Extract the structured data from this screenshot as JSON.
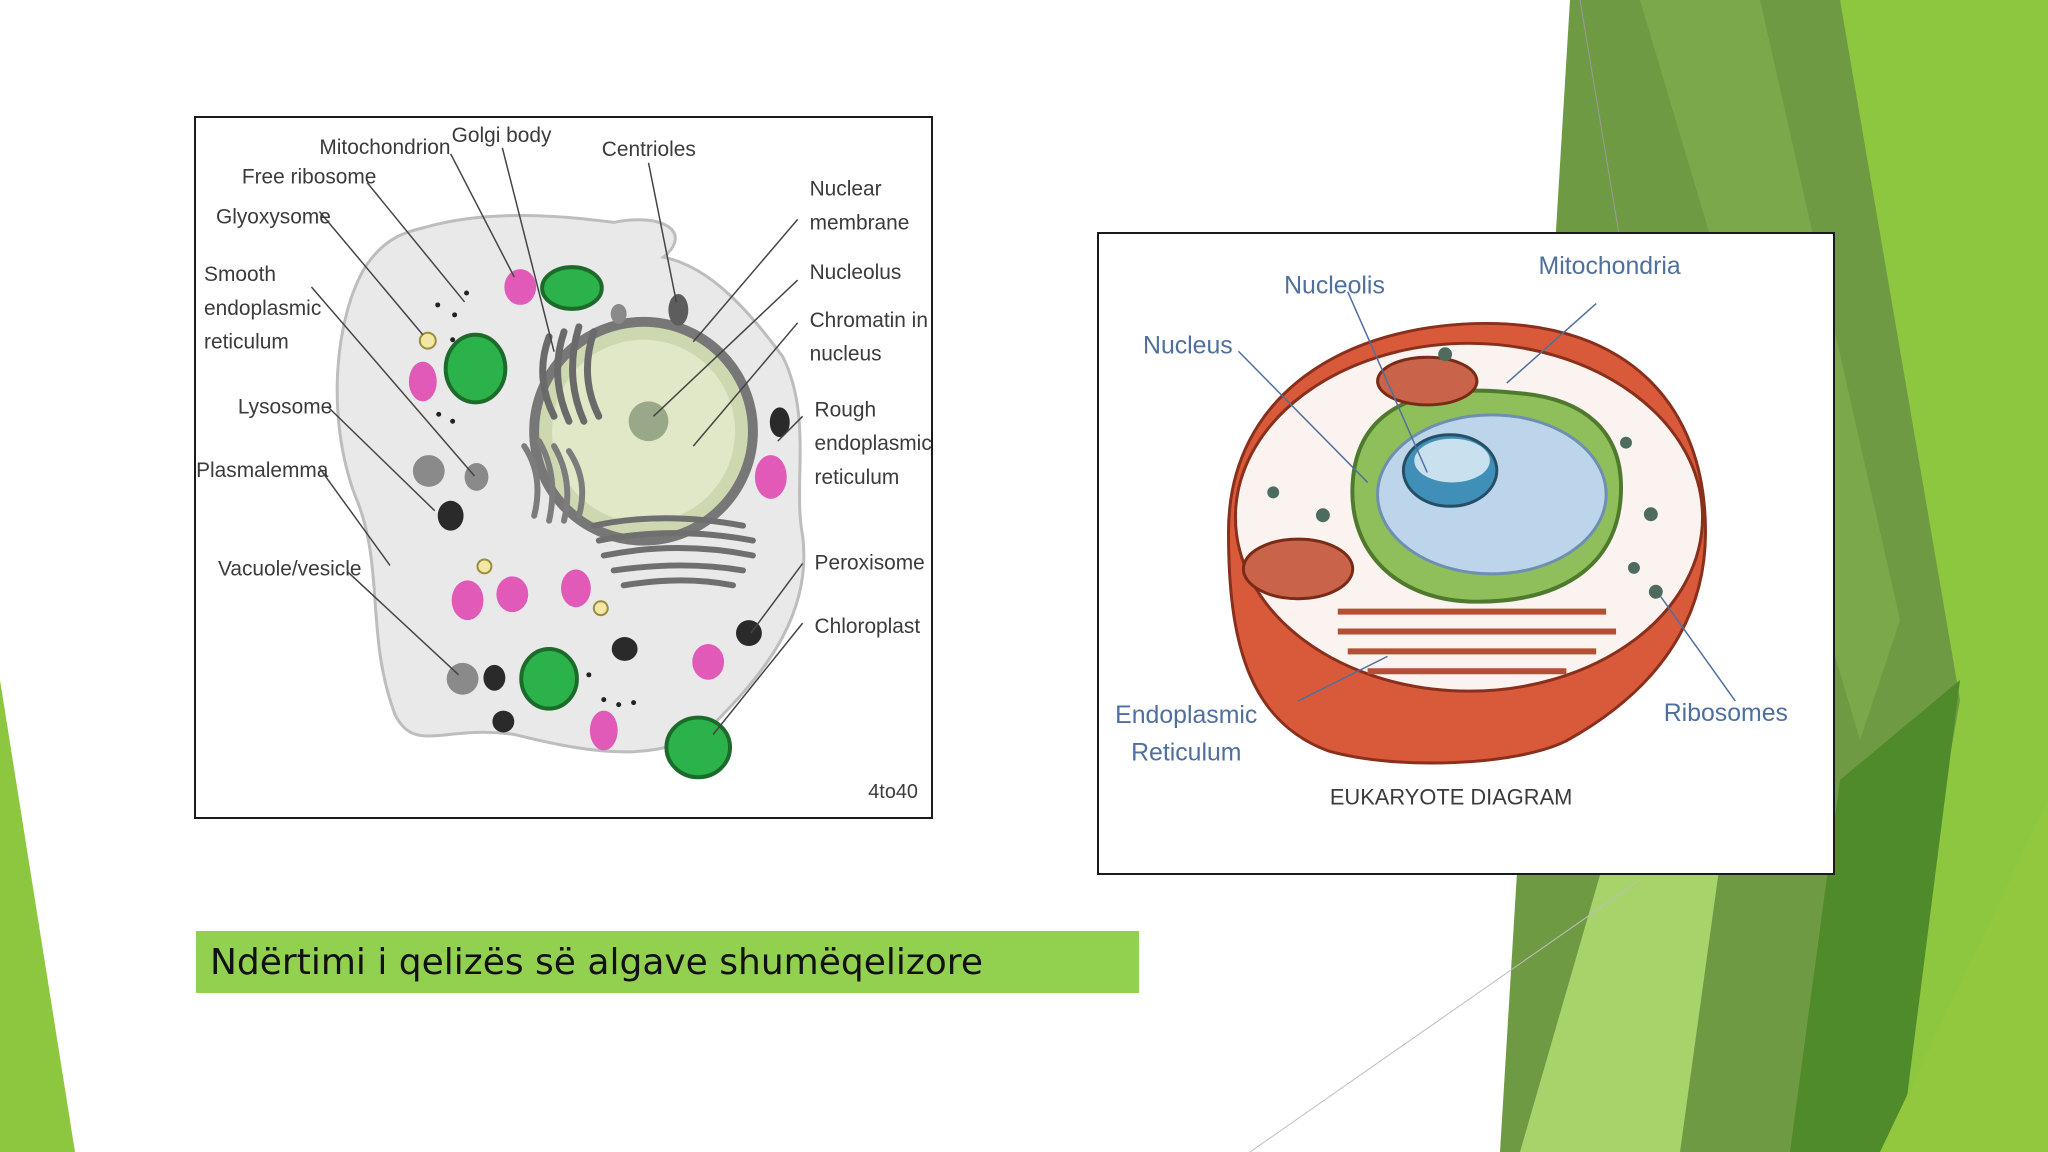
{
  "slide": {
    "caption": "Ndërtimi i qelizës së algave shumëqelizore",
    "accent_colors": [
      "#92d050",
      "#6f9a44",
      "#4f8a2b",
      "#8dc63f"
    ]
  },
  "figure_left": {
    "labels": {
      "mitochondrion": "Mitochondrion",
      "golgi": "Golgi body",
      "centrioles": "Centrioles",
      "free_ribosome": "Free ribosome",
      "glyoxysome": "Glyoxysome",
      "smooth_er_1": "Smooth",
      "smooth_er_2": "endoplasmic",
      "smooth_er_3": "reticulum",
      "lysosome": "Lysosome",
      "plasmalemma": "Plasmalemma",
      "vacuole": "Vacuole/vesicle",
      "nuclear_membrane_1": "Nuclear",
      "nuclear_membrane_2": "membrane",
      "nucleolus": "Nucleolus",
      "chromatin_1": "Chromatin in",
      "chromatin_2": "nucleus",
      "rough_er_1": "Rough",
      "rough_er_2": "endoplasmic",
      "rough_er_3": "reticulum",
      "peroxisome": "Peroxisome",
      "chloroplast": "Chloroplast",
      "credit": "4to40"
    }
  },
  "figure_right": {
    "labels": {
      "nucleolis": "Nucleolis",
      "mitochondria": "Mitochondria",
      "nucleus": "Nucleus",
      "er_1": "Endoplasmic",
      "er_2": "Reticulum",
      "ribosomes": "Ribosomes",
      "title": "EUKARYOTE DIAGRAM"
    }
  }
}
